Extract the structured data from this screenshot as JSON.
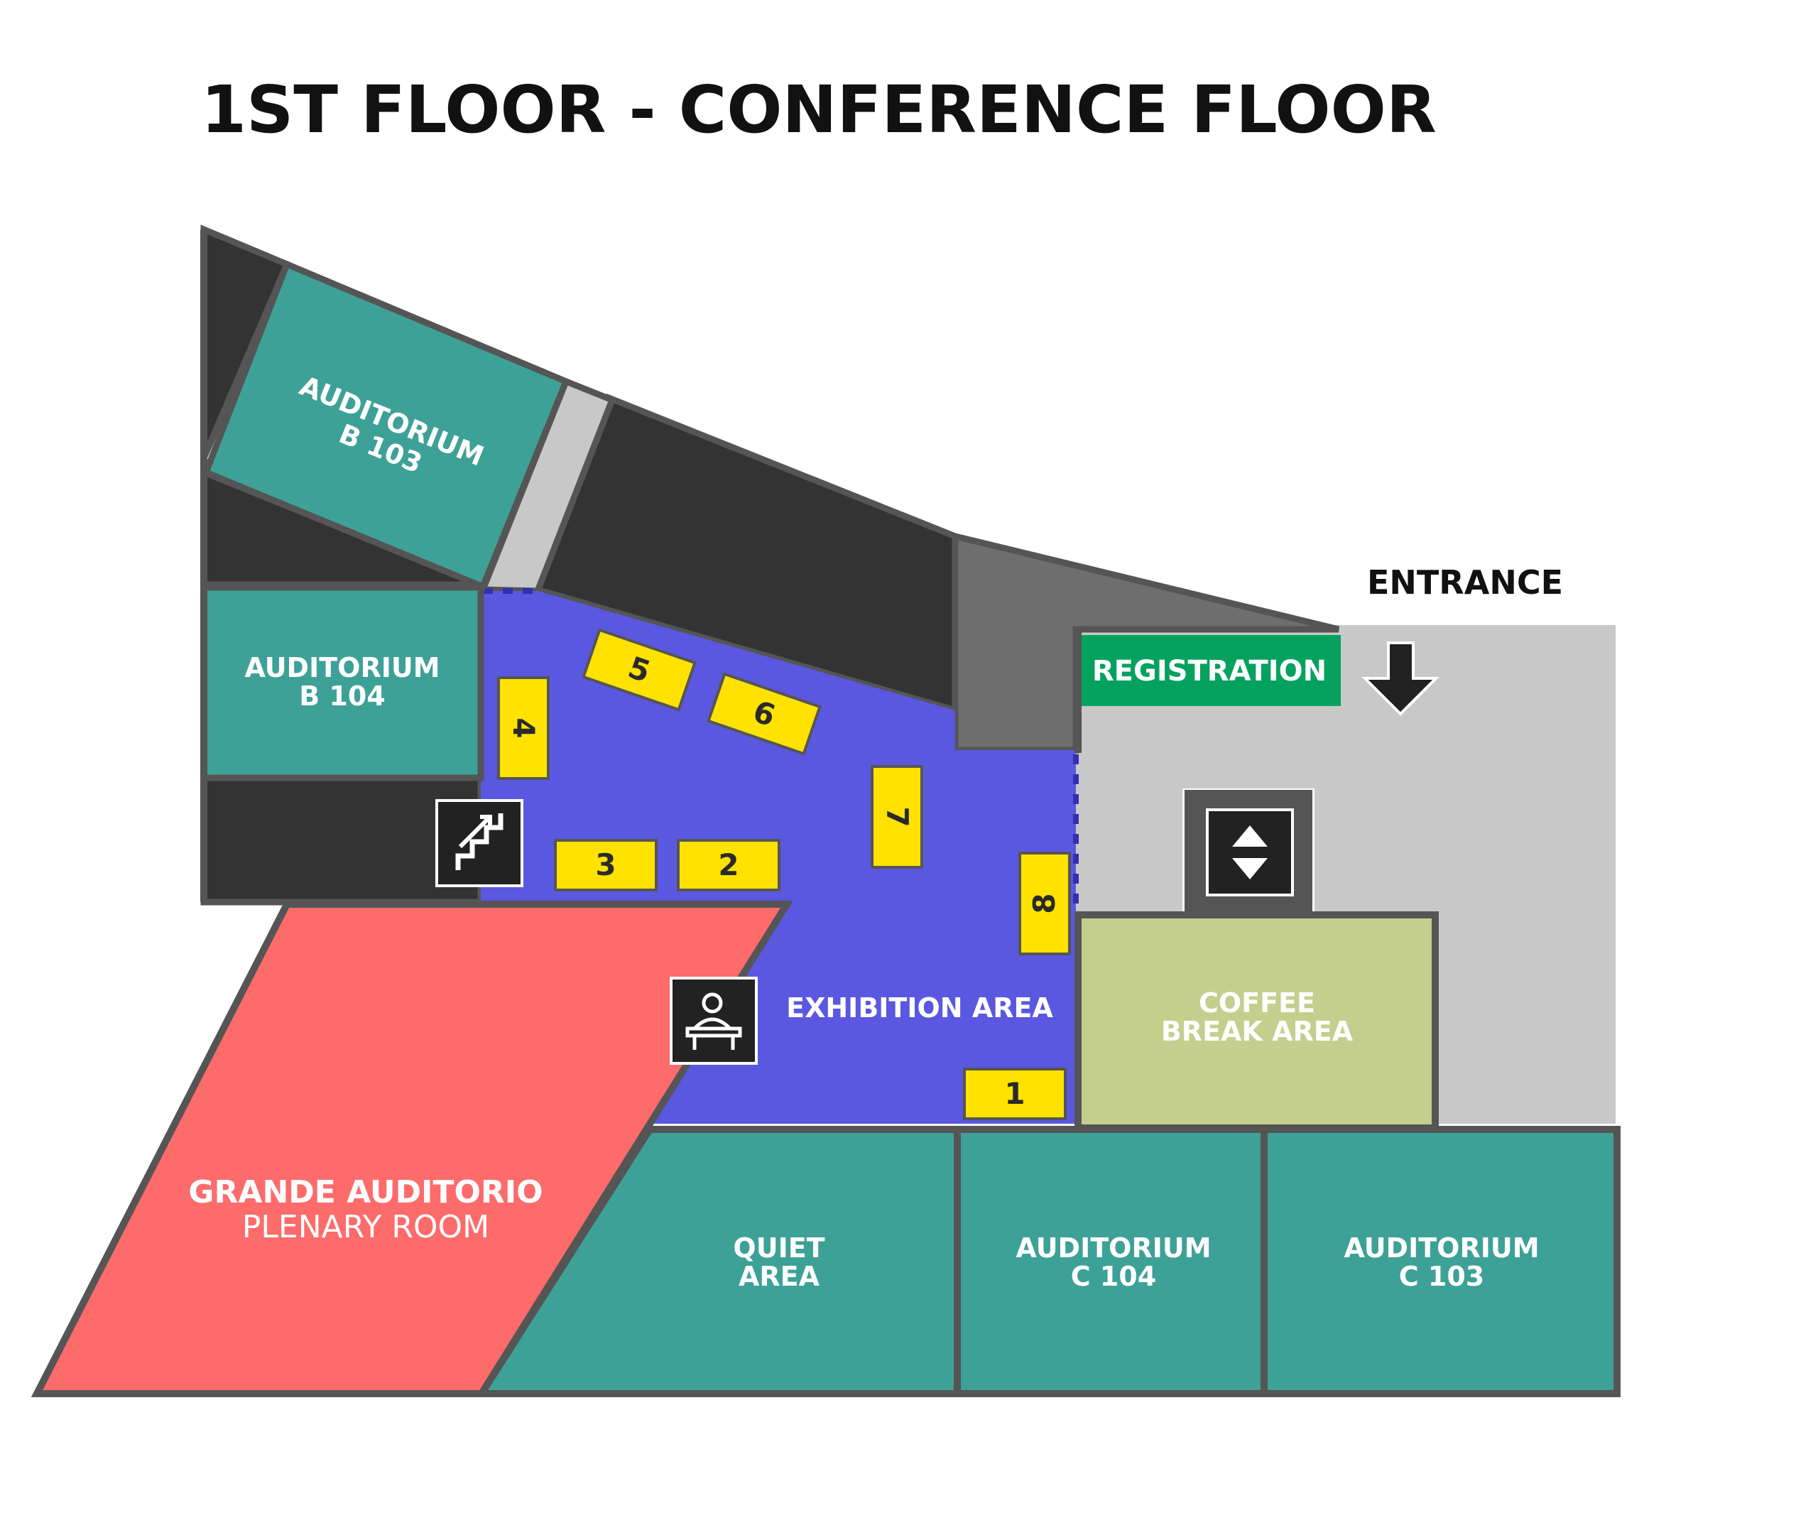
{
  "title": "1ST FLOOR - CONFERENCE FLOOR",
  "entrance_label": "ENTRANCE",
  "registration_label": "REGISTRATION",
  "rooms": {
    "auditorium_b103": [
      "AUDITORIUM",
      "B 103"
    ],
    "auditorium_b104": [
      "AUDITORIUM",
      "B 104"
    ],
    "grande_auditorio": [
      "GRANDE AUDITORIO",
      "PLENARY ROOM"
    ],
    "exhibition_area": "EXHIBITION AREA",
    "coffee_break": [
      "COFFEE",
      "BREAK AREA"
    ],
    "quiet_area": [
      "QUIET",
      "AREA"
    ],
    "auditorium_c104": [
      "AUDITORIUM",
      "C 104"
    ],
    "auditorium_c103": [
      "AUDITORIUM",
      "C 103"
    ]
  },
  "booths": [
    "1",
    "2",
    "3",
    "4",
    "5",
    "6",
    "7",
    "8"
  ],
  "icons": [
    "stairs-icon",
    "elevator-icon",
    "info-desk-icon",
    "entrance-arrow-icon"
  ],
  "colors": {
    "auditorium": "#3ea197",
    "grande_auditorio": "#fd6b6b",
    "exhibition": "#5a58e0",
    "coffee_break": "#c4cf8e",
    "registration": "#05a25f",
    "booth": "#ffe200",
    "corridor_dark": "#333333",
    "corridor_mid": "#6e6e6e",
    "lobby": "#c8c8c8",
    "outline": "#555555"
  }
}
